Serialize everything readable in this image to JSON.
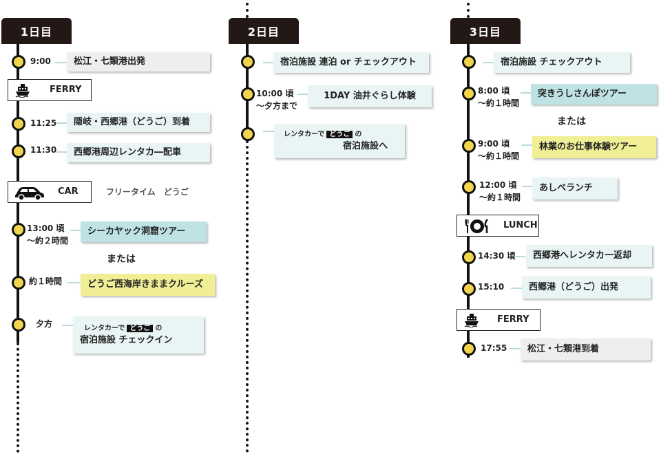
{
  "days": [
    {
      "tab": "1日目",
      "ferry_label": "FERRY",
      "events": [
        {
          "time": "9:00",
          "text": "松江・七類港出発"
        },
        {
          "time": "11:25",
          "text": "隠岐・西郷港（どうご）到着"
        },
        {
          "time": "11:30",
          "text": "西郷港周辺レンタカ―配車"
        },
        {
          "time": "13:00 頃",
          "time2": "〜約２時間",
          "text": "シーカヤック洞窟ツアー"
        },
        {
          "time": "約１時間",
          "text": "どうご西海岸きままクルーズ"
        },
        {
          "time": "夕方",
          "text_line1_pre": "レンタカーで",
          "text_line1_highlight": "どうご",
          "text_line1_post": "の",
          "text_line2": "宿泊施設 チェックイン"
        }
      ],
      "car_label": "CAR",
      "free_time": "フリータイム　どうご",
      "or_label": "または"
    },
    {
      "tab": "2日目",
      "events": [
        {
          "text": "宿泊施設 連泊 or チェックアウト"
        },
        {
          "time": "10:00 頃",
          "time2": "〜夕方まで",
          "text": "1DAY 油井ぐらし体験"
        },
        {
          "text_line1_pre": "レンタカーで",
          "text_line1_highlight": "どうご",
          "text_line1_post": "の",
          "text_line2": "宿泊施設へ"
        }
      ]
    },
    {
      "tab": "3日目",
      "events": [
        {
          "text": "宿泊施設 チェックアウト"
        },
        {
          "time": "8:00 頃",
          "time2": "〜約１時間",
          "text": "突きうしさんぽツアー"
        },
        {
          "time": "9:00 頃",
          "time2": "〜約１時間",
          "text": "林業のお仕事体験ツアー"
        },
        {
          "time": "12:00 頃",
          "time2": "〜約１時間",
          "text": "あしベランチ"
        },
        {
          "time": "14:30 頃",
          "text": "西郷港へレンタカー返却"
        },
        {
          "time": "15:10",
          "text": "西郷港（どうご）出発"
        },
        {
          "time": "17:55",
          "text": "松江・七類港到着"
        }
      ],
      "or_label": "または",
      "lunch_label": "LUNCH",
      "ferry_label": "FERRY"
    }
  ],
  "colors": {
    "tab": "#231815",
    "dot": "#f2d54e",
    "box_light": "#e9f5f4",
    "box_teal": "#bfe2e4",
    "box_yellow": "#f1ef96",
    "box_gray": "#eeeeee"
  },
  "icons": [
    "ship-icon",
    "car-icon",
    "plate-cutlery-icon"
  ]
}
